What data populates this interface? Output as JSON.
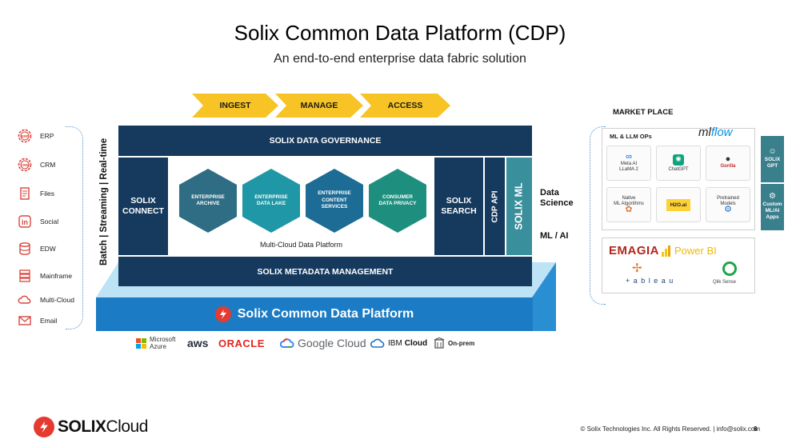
{
  "title": "Solix Common Data Platform (CDP)",
  "subtitle": "An end-to-end enterprise data fabric solution",
  "sources": [
    {
      "label": "ERP",
      "icon": "erp-gear-icon"
    },
    {
      "label": "CRM",
      "icon": "crm-gear-icon"
    },
    {
      "label": "Files",
      "icon": "files-icon"
    },
    {
      "label": "Social",
      "icon": "linkedin-icon"
    },
    {
      "label": "EDW",
      "icon": "database-icon"
    },
    {
      "label": "Mainframe",
      "icon": "server-icon"
    },
    {
      "label": "Multi-Cloud",
      "icon": "cloud-icon"
    },
    {
      "label": "Email",
      "icon": "email-icon"
    }
  ],
  "ingest_modes": "Batch | Streaming | Real-time",
  "pipeline": [
    "INGEST",
    "MANAGE",
    "ACCESS"
  ],
  "governance": "SOLIX DATA GOVERNANCE",
  "connect": {
    "line1": "SOLIX",
    "line2": "CONNECT"
  },
  "services": [
    {
      "line1": "ENTERPRISE",
      "line2": "ARCHIVE",
      "line3": "",
      "color": "#2f6d84"
    },
    {
      "line1": "ENTERPRISE",
      "line2": "DATA LAKE",
      "line3": "",
      "color": "#1f97a6"
    },
    {
      "line1": "ENTERPRISE",
      "line2": "CONTENT",
      "line3": "SERVICES",
      "color": "#1c6c95"
    },
    {
      "line1": "CONSUMER",
      "line2": "DATA PRIVACY",
      "line3": "",
      "color": "#1e8f7f"
    }
  ],
  "multicloud_label": "Multi-Cloud Data Platform",
  "search": {
    "line1": "SOLIX",
    "line2": "SEARCH"
  },
  "cdp_api": "CDP API",
  "solix_ml": "SOLIX ML",
  "metadata": "SOLIX METADATA MANAGEMENT",
  "platform_name": "Solix Common Data Platform",
  "clouds": [
    {
      "line1": "Microsoft",
      "line2": "Azure"
    },
    {
      "line1": "aws",
      "line2": ""
    },
    {
      "line1": "ORACLE",
      "line2": ""
    },
    {
      "line1": "Google Cloud",
      "line2": ""
    },
    {
      "line1": "IBM",
      "line2": "Cloud"
    },
    {
      "line1": "On-prem",
      "line2": ""
    }
  ],
  "data_science": {
    "line1": "Data",
    "line2": "Science"
  },
  "ml_ai": "ML / AI",
  "marketplace": {
    "title": "MARKET PLACE",
    "ops_label": "ML & LLM OPs",
    "mlflow_prefix": "ml",
    "mlflow_suffix": "flow",
    "cards": [
      {
        "line1": "Meta AI",
        "line2": "LLaMA 2",
        "icon": "meta-icon"
      },
      {
        "line1": "ChatGPT",
        "line2": "",
        "icon": "chatgpt-icon"
      },
      {
        "line1": "Gorilla",
        "line2": "",
        "icon": "gorilla-icon"
      },
      {
        "line1": "Native",
        "line2": "ML Algorithms",
        "icon": "brain-icon"
      },
      {
        "line1": "H2O.ai",
        "line2": "",
        "icon": "h2o-icon"
      },
      {
        "line1": "Pretrained",
        "line2": "Models",
        "icon": "gears-icon"
      }
    ],
    "side": [
      {
        "line1": "SOLIX",
        "line2": "GPT",
        "line3": ""
      },
      {
        "line1": "Custom",
        "line2": "ML/AI",
        "line3": "Apps"
      }
    ],
    "bi_tools": [
      "EMAGIA",
      "Power BI",
      "+ a b l e a u",
      "Qlik Sense"
    ]
  },
  "logo": {
    "part1": "SOLIX",
    "part2": "Cloud"
  },
  "copyright": "© Solix Technologies Inc. All Rights Reserved.  |  info@solix.com",
  "page_number": "6",
  "colors": {
    "navy": "#163a5e",
    "teal": "#3a8f9c",
    "yellow": "#f7c325",
    "blue": "#1b7bc4",
    "red": "#e53a2f"
  }
}
